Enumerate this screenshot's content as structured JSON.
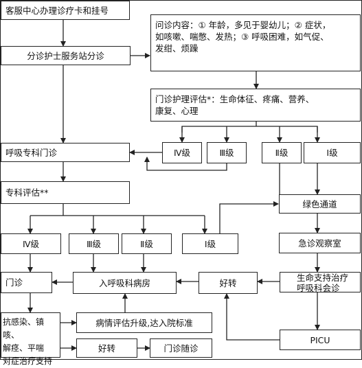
{
  "nodes": {
    "register": "客服中心办理诊疗卡和挂号",
    "triage": "分诊护士服务站分诊",
    "inquiry": "问诊内容：① 年龄，多见于婴幼儿；② 症状，\n如咳嗽、喘憋、发热；③ 呼吸困难，如气促、\n发绀、烦躁",
    "nursing_eval": "门诊护理评估*：生命体征、疼痛、营养、\n康复、心理",
    "resp_clinic": "呼吸专科门诊",
    "level4_top": "Ⅳ级",
    "level3_top": "Ⅲ级",
    "level2_top": "Ⅱ级",
    "level1_top": "Ⅰ级",
    "specialist_eval": "专科评估**",
    "green_channel": "绿色通道",
    "level4_mid": "Ⅳ级",
    "level3_mid": "Ⅲ级",
    "level2_mid": "Ⅱ级",
    "level1_mid": "Ⅰ级",
    "observation": "急诊观察室",
    "outpatient": "门诊",
    "resp_ward": "入呼吸科病房",
    "improved_mid": "好转",
    "life_support": "生命支持治疗\n呼吸科会诊",
    "treatment": "抗感染、镇咳、\n解痉、平喘\n对症治疗支持",
    "upgrade": "病情评估升级,达入院标准",
    "picu": "PICU",
    "improved_bottom": "好转",
    "followup": "门诊随诊"
  }
}
